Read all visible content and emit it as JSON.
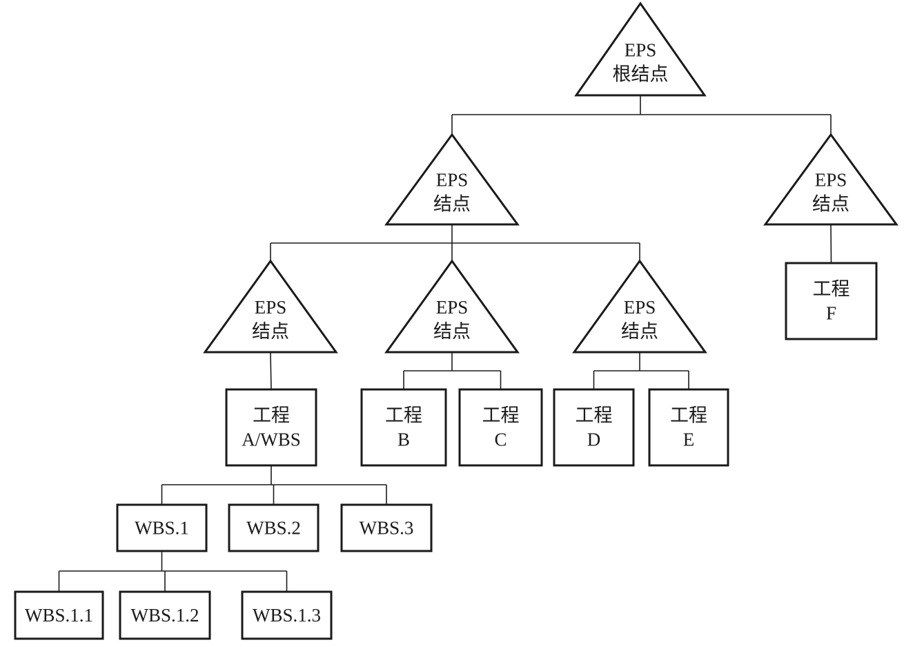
{
  "nodes": {
    "root": {
      "shape": "triangle",
      "lines": [
        "EPS",
        "根结点"
      ]
    },
    "eps1": {
      "shape": "triangle",
      "lines": [
        "EPS",
        "结点"
      ]
    },
    "eps2": {
      "shape": "triangle",
      "lines": [
        "EPS",
        "结点"
      ]
    },
    "eps11": {
      "shape": "triangle",
      "lines": [
        "EPS",
        "结点"
      ]
    },
    "eps12": {
      "shape": "triangle",
      "lines": [
        "EPS",
        "结点"
      ]
    },
    "eps13": {
      "shape": "triangle",
      "lines": [
        "EPS",
        "结点"
      ]
    },
    "projF": {
      "shape": "box",
      "lines": [
        "工程",
        "F"
      ]
    },
    "projA": {
      "shape": "box",
      "lines": [
        "工程",
        "A/WBS"
      ]
    },
    "projB": {
      "shape": "box",
      "lines": [
        "工程",
        "B"
      ]
    },
    "projC": {
      "shape": "box",
      "lines": [
        "工程",
        "C"
      ]
    },
    "projD": {
      "shape": "box",
      "lines": [
        "工程",
        "D"
      ]
    },
    "projE": {
      "shape": "box",
      "lines": [
        "工程",
        "E"
      ]
    },
    "wbs1": {
      "shape": "box",
      "lines": [
        "WBS.1"
      ]
    },
    "wbs2": {
      "shape": "box",
      "lines": [
        "WBS.2"
      ]
    },
    "wbs3": {
      "shape": "box",
      "lines": [
        "WBS.3"
      ]
    },
    "wbs11": {
      "shape": "box",
      "lines": [
        "WBS.1.1"
      ]
    },
    "wbs12": {
      "shape": "box",
      "lines": [
        "WBS.1.2"
      ]
    },
    "wbs13": {
      "shape": "box",
      "lines": [
        "WBS.1.3"
      ]
    }
  },
  "edges": [
    {
      "parent": "root",
      "children": [
        "eps1",
        "eps2"
      ]
    },
    {
      "parent": "eps1",
      "children": [
        "eps11",
        "eps12",
        "eps13"
      ]
    },
    {
      "parent": "eps2",
      "children": [
        "projF"
      ]
    },
    {
      "parent": "eps11",
      "children": [
        "projA"
      ]
    },
    {
      "parent": "eps12",
      "children": [
        "projB",
        "projC"
      ]
    },
    {
      "parent": "eps13",
      "children": [
        "projD",
        "projE"
      ]
    },
    {
      "parent": "projA",
      "children": [
        "wbs1",
        "wbs2",
        "wbs3"
      ]
    },
    {
      "parent": "wbs1",
      "children": [
        "wbs11",
        "wbs12",
        "wbs13"
      ]
    }
  ]
}
